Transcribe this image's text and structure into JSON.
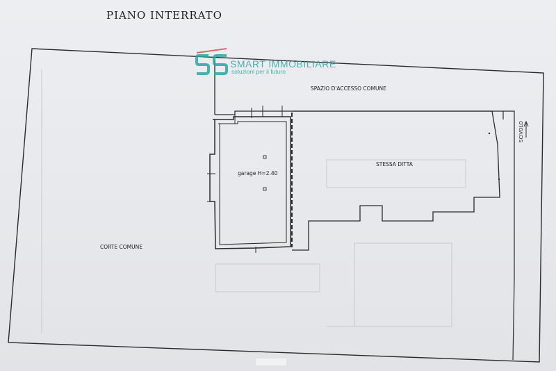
{
  "plan": {
    "title": "PIANO INTERRATO",
    "labels": {
      "access_space": "SPAZIO D'ACCESSO COMUNE",
      "garage": "garage H=2.40",
      "same_owner": "STESSA DITTA",
      "common_yard": "CORTE COMUNE",
      "ramp": "SCIVOLO"
    }
  },
  "watermark": {
    "brand": "SMART IMMOBILIARE",
    "tagline": "soluzioni per il futuro",
    "color": "#2aa7a2",
    "accent": "#d9534f"
  }
}
